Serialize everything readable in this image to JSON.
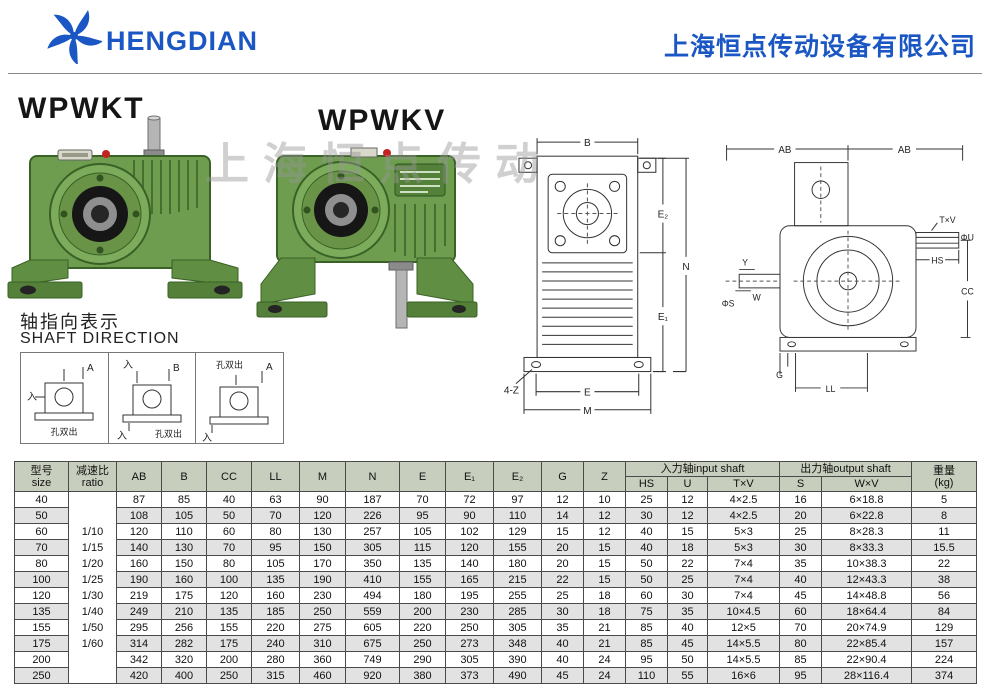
{
  "header": {
    "brand": "HENGDIAN",
    "company": "上海恒点传动设备有限公司"
  },
  "products": {
    "left_title": "WPWKT",
    "right_title": "WPWKV"
  },
  "watermark": "上海恒点传动",
  "shaft_direction": {
    "label_cn": "轴指向表示",
    "label_en": "SHAFT DIRECTION",
    "d1": {
      "a": "A",
      "in": "入",
      "out": "孔双出"
    },
    "d2": {
      "in_top": "入",
      "b": "B",
      "out": "孔双出",
      "in_bottom": "入"
    },
    "d3": {
      "out": "孔双出",
      "a": "A",
      "in": "入"
    }
  },
  "drawings": {
    "front": {
      "b": "B",
      "e2": "E₂",
      "n": "N",
      "e1": "E₁",
      "four_z": "4-Z",
      "e": "E",
      "m": "M"
    },
    "side": {
      "ab1": "AB",
      "ab2": "AB",
      "txv": "T×V",
      "phi_u": "ΦU",
      "hs": "HS",
      "cc": "CC",
      "y": "Y",
      "w": "W",
      "phi_s": "ΦS",
      "g": "G",
      "ll": "LL"
    }
  },
  "table": {
    "headers_main": [
      "型号\nsize",
      "减速比\nratio",
      "AB",
      "B",
      "CC",
      "LL",
      "M",
      "N",
      "E",
      "E₁",
      "E₂",
      "G",
      "Z"
    ],
    "group_input": "入力轴input shaft",
    "group_output": "出力轴output shaft",
    "weight": "重量\n(kg)",
    "headers_sub": [
      "HS",
      "U",
      "T×V",
      "S",
      "W×V"
    ],
    "ratio_values": [
      "1/10",
      "1/15",
      "1/20",
      "1/25",
      "1/30",
      "1/40",
      "1/50",
      "1/60"
    ],
    "rows": [
      {
        "size": "40",
        "vals": [
          "87",
          "85",
          "40",
          "63",
          "90",
          "187",
          "70",
          "72",
          "97",
          "12",
          "10",
          "25",
          "12",
          "4×2.5",
          "16",
          "6×18.8",
          "5"
        ]
      },
      {
        "size": "50",
        "vals": [
          "108",
          "105",
          "50",
          "70",
          "120",
          "226",
          "95",
          "90",
          "110",
          "14",
          "12",
          "30",
          "12",
          "4×2.5",
          "20",
          "6×22.8",
          "8"
        ]
      },
      {
        "size": "60",
        "vals": [
          "120",
          "110",
          "60",
          "80",
          "130",
          "257",
          "105",
          "102",
          "129",
          "15",
          "12",
          "40",
          "15",
          "5×3",
          "25",
          "8×28.3",
          "11"
        ]
      },
      {
        "size": "70",
        "vals": [
          "140",
          "130",
          "70",
          "95",
          "150",
          "305",
          "115",
          "120",
          "155",
          "20",
          "15",
          "40",
          "18",
          "5×3",
          "30",
          "8×33.3",
          "15.5"
        ]
      },
      {
        "size": "80",
        "vals": [
          "160",
          "150",
          "80",
          "105",
          "170",
          "350",
          "135",
          "140",
          "180",
          "20",
          "15",
          "50",
          "22",
          "7×4",
          "35",
          "10×38.3",
          "22"
        ]
      },
      {
        "size": "100",
        "vals": [
          "190",
          "160",
          "100",
          "135",
          "190",
          "410",
          "155",
          "165",
          "215",
          "22",
          "15",
          "50",
          "25",
          "7×4",
          "40",
          "12×43.3",
          "38"
        ]
      },
      {
        "size": "120",
        "vals": [
          "219",
          "175",
          "120",
          "160",
          "230",
          "494",
          "180",
          "195",
          "255",
          "25",
          "18",
          "60",
          "30",
          "7×4",
          "45",
          "14×48.8",
          "56"
        ]
      },
      {
        "size": "135",
        "vals": [
          "249",
          "210",
          "135",
          "185",
          "250",
          "559",
          "200",
          "230",
          "285",
          "30",
          "18",
          "75",
          "35",
          "10×4.5",
          "60",
          "18×64.4",
          "84"
        ]
      },
      {
        "size": "155",
        "vals": [
          "295",
          "256",
          "155",
          "220",
          "275",
          "605",
          "220",
          "250",
          "305",
          "35",
          "21",
          "85",
          "40",
          "12×5",
          "70",
          "20×74.9",
          "129"
        ]
      },
      {
        "size": "175",
        "vals": [
          "314",
          "282",
          "175",
          "240",
          "310",
          "675",
          "250",
          "273",
          "348",
          "40",
          "21",
          "85",
          "45",
          "14×5.5",
          "80",
          "22×85.4",
          "157"
        ]
      },
      {
        "size": "200",
        "vals": [
          "342",
          "320",
          "200",
          "280",
          "360",
          "749",
          "290",
          "305",
          "390",
          "40",
          "24",
          "95",
          "50",
          "14×5.5",
          "85",
          "22×90.4",
          "224"
        ]
      },
      {
        "size": "250",
        "vals": [
          "420",
          "400",
          "250",
          "315",
          "460",
          "920",
          "380",
          "373",
          "490",
          "45",
          "24",
          "110",
          "55",
          "16×6",
          "95",
          "28×116.4",
          "374"
        ]
      }
    ]
  }
}
